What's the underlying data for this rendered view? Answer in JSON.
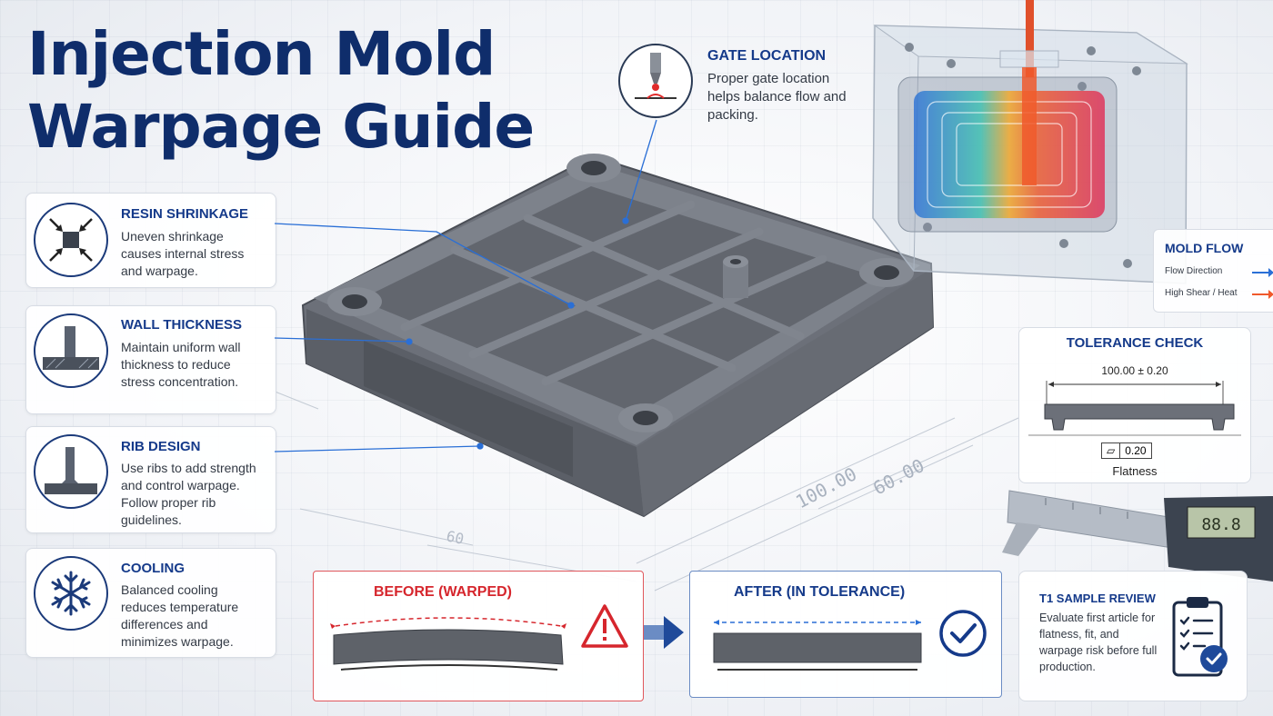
{
  "title": {
    "line1": "Injection Mold",
    "line2": "Warpage Guide"
  },
  "cards": [
    {
      "title": "RESIN SHRINKAGE",
      "text": "Uneven shrinkage causes internal stress and warpage.",
      "icon": "shrink-arrows-icon"
    },
    {
      "title": "WALL THICKNESS",
      "text": "Maintain uniform wall thickness to reduce stress concentration.",
      "icon": "wall-section-icon"
    },
    {
      "title": "RIB DESIGN",
      "text": "Use ribs to add strength and control warpage. Follow proper rib guidelines.",
      "icon": "rib-section-icon"
    },
    {
      "title": "COOLING",
      "text": "Balanced cooling reduces temperature differences and minimizes warpage.",
      "icon": "snowflake-icon"
    }
  ],
  "gate": {
    "title": "GATE LOCATION",
    "text": "Proper gate location helps balance flow and packing.",
    "icon": "gate-nozzle-icon"
  },
  "mold_flow": {
    "title": "MOLD FLOW",
    "legend": [
      {
        "label": "Flow Direction",
        "color": "#2a6fd6"
      },
      {
        "label": "High Shear / Heat",
        "color": "#f0592b"
      }
    ]
  },
  "tolerance": {
    "title": "TOLERANCE  CHECK",
    "dimension": "100.00 ± 0.20",
    "symbol": "⏥",
    "value": "0.20",
    "label": "Flatness"
  },
  "drawing": {
    "dim1": "100.00",
    "dim2": "60.00",
    "dim3": "60"
  },
  "before": {
    "title": "BEFORE (WARPED)",
    "color": "#d6262d"
  },
  "after": {
    "title": "AFTER (IN TOLERANCE)",
    "color": "#153a8a"
  },
  "caliper": {
    "display": "88.8"
  },
  "t1": {
    "title": "T1 SAMPLE REVIEW",
    "text": "Evaluate first article for flatness, fit, and warpage risk before full production."
  }
}
